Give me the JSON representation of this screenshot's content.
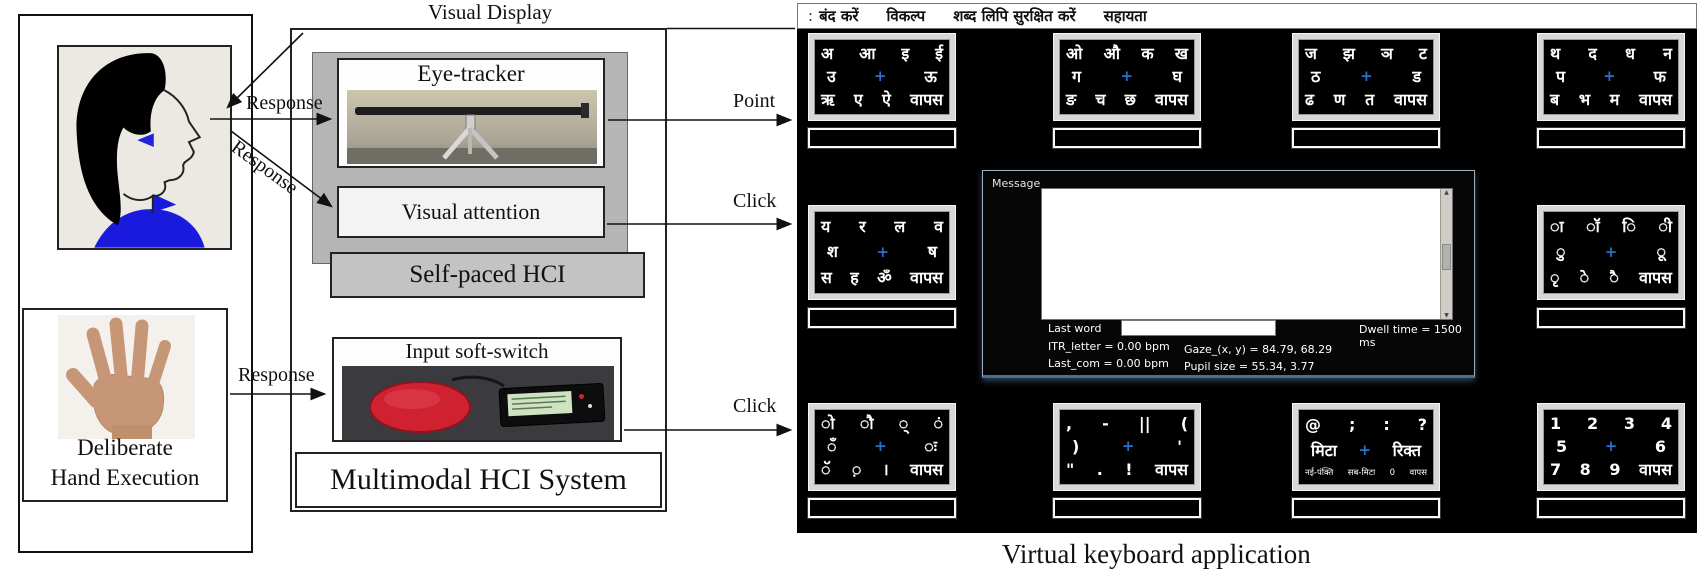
{
  "figure": {
    "visual_display_label": "Visual Display",
    "hand_caption_line1": "Deliberate",
    "hand_caption_line2": "Hand Execution",
    "eye_tracker_label": "Eye-tracker",
    "visual_attention_label": "Visual attention",
    "self_paced_label": "Self-paced HCI",
    "input_soft_switch_label": "Input soft-switch",
    "multimodal_label": "Multimodal HCI System",
    "caption": "Virtual keyboard application",
    "arrow_labels": {
      "response_top": "Response",
      "response_mid": "Response",
      "response_hand": "Response",
      "point": "Point",
      "click_gaze": "Click",
      "click_switch": "Click"
    }
  },
  "keyboard": {
    "menu": {
      "grip": ":",
      "items": [
        "बंद करें",
        "विकल्प",
        "शब्द लिपि सुरक्षित करें",
        "सहायता"
      ]
    },
    "plus": "+",
    "colors": {
      "plus": "#2a6fc9",
      "panel_bg": "#000000",
      "key_text": "#ffffff"
    },
    "cells": [
      {
        "id": "vowels-a",
        "r1": [
          "अ",
          "आ",
          "इ",
          "ई"
        ],
        "r2": [
          "उ",
          "ऊ"
        ],
        "r3": [
          "ऋ",
          "ए",
          "ऐ",
          "वापस"
        ]
      },
      {
        "id": "vowels-o-ka",
        "r1": [
          "ओ",
          "औ",
          "क",
          "ख"
        ],
        "r2": [
          "ग",
          "घ"
        ],
        "r3": [
          "ङ",
          "च",
          "छ",
          "वापस"
        ]
      },
      {
        "id": "ja-ta",
        "r1": [
          "ज",
          "झ",
          "ञ",
          "ट"
        ],
        "r2": [
          "ठ",
          "ड"
        ],
        "r3": [
          "ढ",
          "ण",
          "त",
          "वापस"
        ]
      },
      {
        "id": "tha-ma",
        "r1": [
          "थ",
          "द",
          "ध",
          "न"
        ],
        "r2": [
          "प",
          "फ"
        ],
        "r3": [
          "ब",
          "भ",
          "म",
          "वापस"
        ]
      },
      {
        "id": "ya-om",
        "r1": [
          "य",
          "र",
          "ल",
          "व"
        ],
        "r2": [
          "श",
          "ष"
        ],
        "r3": [
          "स",
          "ह",
          "ॐ",
          "वापस"
        ]
      },
      {
        "id": "matras-1",
        "r1": [
          "ा",
          "ॉ",
          "ि",
          "ी"
        ],
        "r2": [
          "ु",
          "ू"
        ],
        "r3": [
          "ृ",
          "े",
          "ै",
          "वापस"
        ]
      },
      {
        "id": "matras-2",
        "r1": [
          "ो",
          "ौ",
          "्",
          "ं"
        ],
        "r2": [
          "ँ",
          "ः"
        ],
        "r3": [
          "ॅ",
          "़",
          "।",
          "वापस"
        ]
      },
      {
        "id": "punctuation",
        "r1": [
          ",",
          "-",
          "||",
          "("
        ],
        "r2": [
          ")",
          "'"
        ],
        "r3": [
          "\"",
          ".",
          "!",
          "वापस"
        ]
      },
      {
        "id": "symbols-edit",
        "r1": [
          "@",
          ";",
          ":",
          "?"
        ],
        "r2": [
          "मिटा",
          "रिक्त"
        ],
        "r3": [
          "नई-पंक्ति",
          "सब-मिटा",
          "0",
          "वापस"
        ],
        "small_r3": true
      },
      {
        "id": "numbers",
        "r1": [
          "1",
          "2",
          "3",
          "4"
        ],
        "r2": [
          "5",
          "6"
        ],
        "r3": [
          "7",
          "8",
          "9",
          "वापस"
        ]
      }
    ],
    "message": {
      "title": "Message",
      "last_word_label": "Last word",
      "dwell": "Dwell time = 1500 ms",
      "itr": "ITR_letter = 0.00 bpm",
      "gaze": "Gaze_(x, y) = 84.79, 68.29",
      "last_com": "Last_com = 0.00 bpm",
      "pupil": "Pupil size = 55.34, 3.77"
    }
  }
}
